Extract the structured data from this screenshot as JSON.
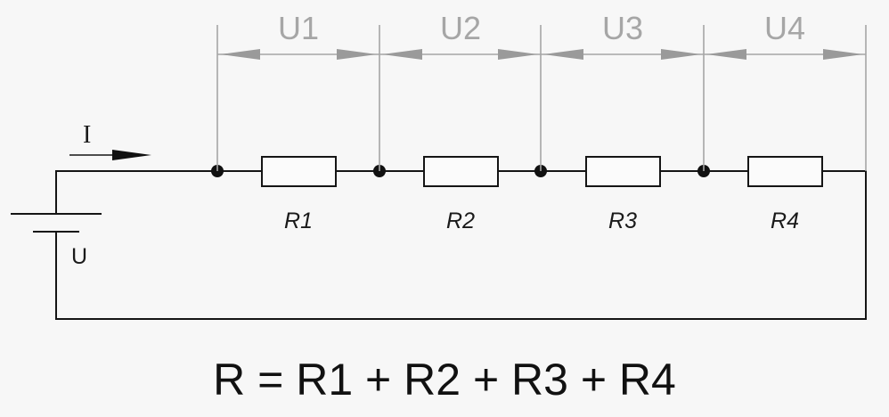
{
  "current_label": "I",
  "source_label": "U",
  "voltages": [
    "U1",
    "U2",
    "U3",
    "U4"
  ],
  "resistors": [
    "R1",
    "R2",
    "R3",
    "R4"
  ],
  "formula": "R = R1 + R2 + R3 + R4",
  "colors": {
    "wire": "#151515",
    "dimension": "#a6a6a6",
    "background": "#f7f7f7"
  }
}
